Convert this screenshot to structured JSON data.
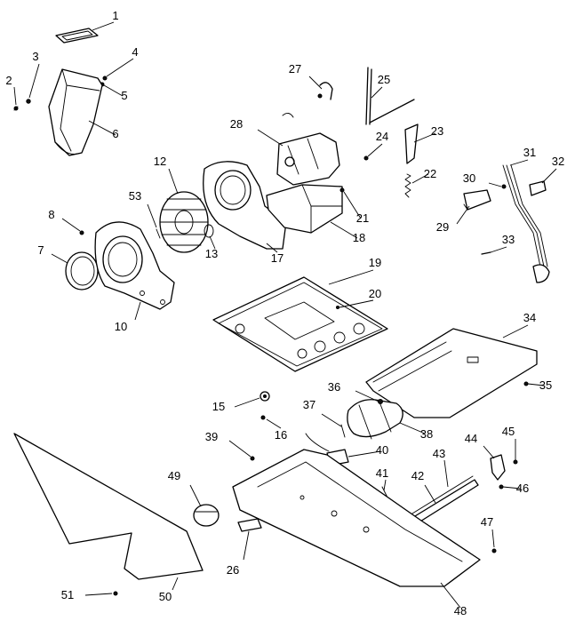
{
  "diagram": {
    "callouts": [
      "1",
      "2",
      "3",
      "4",
      "5",
      "6",
      "7",
      "8",
      "10",
      "12",
      "13",
      "15",
      "16",
      "17",
      "18",
      "19",
      "20",
      "21",
      "22",
      "23",
      "24",
      "25",
      "26",
      "27",
      "28",
      "29",
      "30",
      "31",
      "32",
      "33",
      "34",
      "35",
      "36",
      "37",
      "38",
      "39",
      "40",
      "41",
      "42",
      "43",
      "44",
      "45",
      "46",
      "47",
      "48",
      "49",
      "50",
      "51",
      "53"
    ]
  },
  "colors": {
    "ink": "#000000",
    "paper": "#ffffff"
  }
}
